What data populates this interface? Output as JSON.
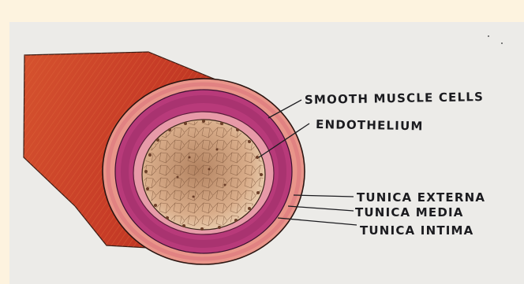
{
  "labels": {
    "smooth_muscle": "SMOOTH MUSCLE CELLS",
    "endothelium": "ENDOTHELIUM",
    "tunica_externa": "TUNICA EXTERNA",
    "tunica_media": "TUNICA MEDIA",
    "tunica_intima": "TUNICA INTIMA"
  },
  "colors": {
    "background": "#fdf3df",
    "paper": "#ecebe8",
    "vessel_body": "#d0482a",
    "outer_ring": "#e9958a",
    "media_ring": "#b83a7a",
    "inner_ring": "#e79aa8",
    "lumen": "#e8c6a6",
    "ink": "#1b1b1f"
  }
}
